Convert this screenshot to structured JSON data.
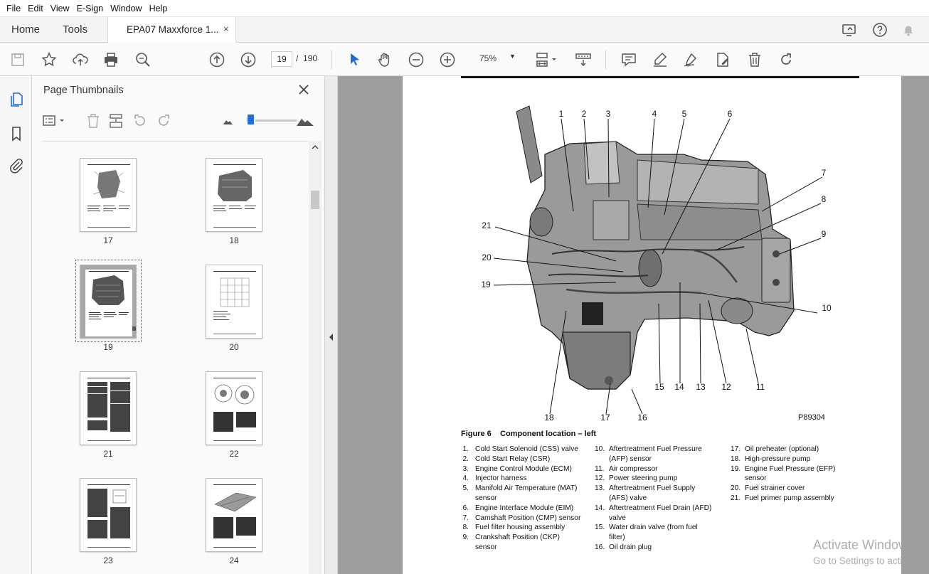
{
  "menu": [
    "File",
    "Edit",
    "View",
    "E-Sign",
    "Window",
    "Help"
  ],
  "tabs": {
    "home": "Home",
    "tools": "Tools",
    "document": "EPA07 Maxxforce 1...",
    "close": "×"
  },
  "toolbar": {
    "page_current": "19",
    "page_separator": "/",
    "page_total": "190",
    "zoom": "75%",
    "zoom_caret": "▼"
  },
  "thumbnails_panel": {
    "title": "Page Thumbnails",
    "close": "×",
    "pages": [
      {
        "label": "17",
        "kind": "figure",
        "selected": false
      },
      {
        "label": "18",
        "kind": "figure",
        "selected": false
      },
      {
        "label": "19",
        "kind": "figure",
        "selected": true
      },
      {
        "label": "20",
        "kind": "diagram",
        "selected": false
      },
      {
        "label": "21",
        "kind": "text",
        "selected": false
      },
      {
        "label": "22",
        "kind": "figure",
        "selected": false
      },
      {
        "label": "23",
        "kind": "text",
        "selected": false
      },
      {
        "label": "24",
        "kind": "figure",
        "selected": false
      }
    ]
  },
  "document_page": {
    "figure_code": "P89304",
    "figure_caption": "Figure 6    Component location – left",
    "callouts": [
      "1",
      "2",
      "3",
      "4",
      "5",
      "6",
      "7",
      "8",
      "9",
      "10",
      "11",
      "12",
      "13",
      "14",
      "15",
      "16",
      "17",
      "18",
      "19",
      "20",
      "21"
    ],
    "legend_col1": [
      {
        "n": "1.",
        "t": "Cold Start Solenoid (CSS) valve"
      },
      {
        "n": "2.",
        "t": "Cold Start Relay (CSR)"
      },
      {
        "n": "3.",
        "t": "Engine Control Module (ECM)"
      },
      {
        "n": "4.",
        "t": "Injector harness"
      },
      {
        "n": "5.",
        "t": "Manifold Air Temperature (MAT)"
      },
      {
        "n": "",
        "t": "sensor"
      },
      {
        "n": "6.",
        "t": "Engine Interface Module (EIM)"
      },
      {
        "n": "7.",
        "t": "Camshaft Position (CMP) sensor"
      },
      {
        "n": "8.",
        "t": "Fuel filter housing assembly"
      },
      {
        "n": "9.",
        "t": "Crankshaft Position (CKP)"
      },
      {
        "n": "",
        "t": "sensor"
      }
    ],
    "legend_col2": [
      {
        "n": "10.",
        "t": "Aftertreatment Fuel Pressure"
      },
      {
        "n": "",
        "t": "(AFP) sensor"
      },
      {
        "n": "11.",
        "t": "Air compressor"
      },
      {
        "n": "12.",
        "t": "Power steering pump"
      },
      {
        "n": "13.",
        "t": "Aftertreatment Fuel Supply"
      },
      {
        "n": "",
        "t": "(AFS) valve"
      },
      {
        "n": "14.",
        "t": "Aftertreatment Fuel Drain (AFD)"
      },
      {
        "n": "",
        "t": "valve"
      },
      {
        "n": "15.",
        "t": "Water drain valve (from fuel"
      },
      {
        "n": "",
        "t": "filter)"
      },
      {
        "n": "16.",
        "t": "Oil drain plug"
      }
    ],
    "legend_col3": [
      {
        "n": "17.",
        "t": "Oil preheater (optional)"
      },
      {
        "n": "18.",
        "t": "High-pressure pump"
      },
      {
        "n": "19.",
        "t": "Engine Fuel Pressure (EFP)"
      },
      {
        "n": "",
        "t": "sensor"
      },
      {
        "n": "20.",
        "t": "Fuel strainer cover"
      },
      {
        "n": "21.",
        "t": "Fuel primer pump assembly"
      }
    ]
  },
  "watermark": {
    "line1": "Activate Windows",
    "line2": "Go to Settings to activate"
  },
  "colors": {
    "accent": "#1d6ed8",
    "viewer_bg": "#9e9e9e"
  }
}
